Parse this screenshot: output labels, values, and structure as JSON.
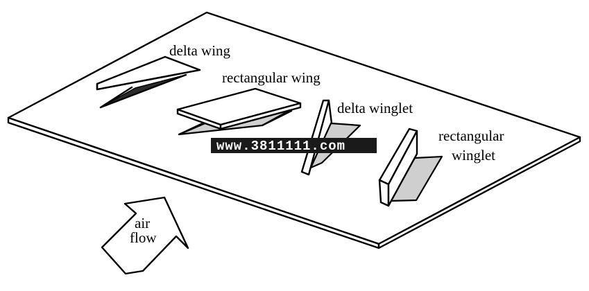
{
  "labels": {
    "delta_wing": "delta wing",
    "rectangular_wing": "rectangular wing",
    "delta_winglet": "delta winglet",
    "rectangular_winglet_line1": "rectangular",
    "rectangular_winglet_line2": "winglet",
    "air_line1": "air",
    "air_line2": "flow"
  },
  "watermark": "www.3811111.com",
  "colors": {
    "line": "#000000",
    "background": "#ffffff",
    "watermark_bg": "#1a1a1a",
    "watermark_text": "#ffffff"
  }
}
